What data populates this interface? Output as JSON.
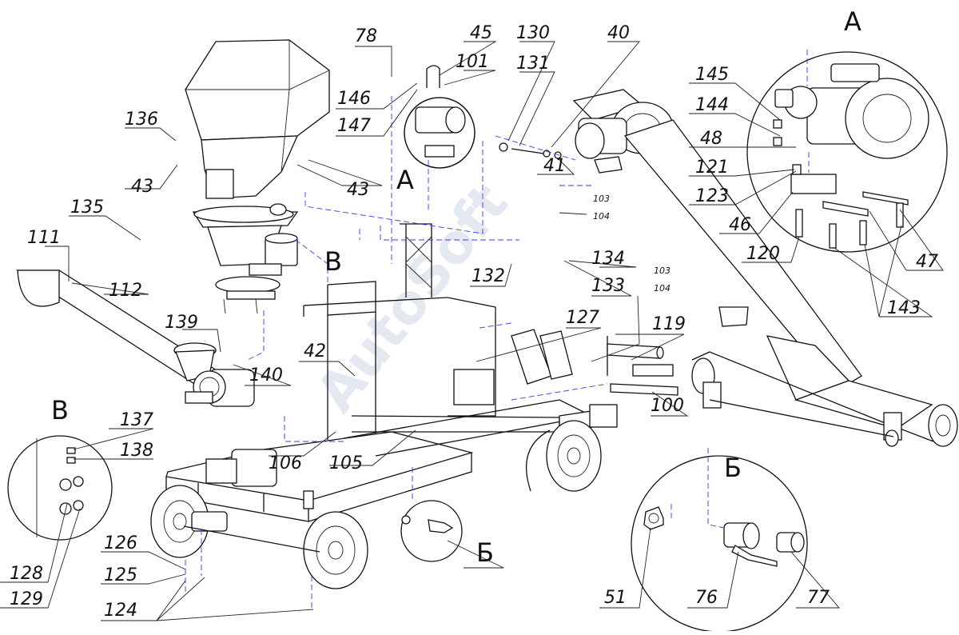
{
  "watermark": "AutoSoft",
  "view_labels": {
    "A_detail": "А",
    "A_ref": "А",
    "B_detail": "Б",
    "B_ref": "Б",
    "V_detail": "В",
    "V_ref": "В"
  },
  "callouts": {
    "c78": "78",
    "c45": "45",
    "c101": "101",
    "c146": "146",
    "c147": "147",
    "c130": "130",
    "c131": "131",
    "c40": "40",
    "c41": "41",
    "c136": "136",
    "c43a": "43",
    "c43b": "43",
    "c135": "135",
    "c111": "111",
    "c112": "112",
    "c139": "139",
    "c140": "140",
    "c42": "42",
    "c132": "132",
    "c134": "134",
    "c133": "133",
    "c103a": "103",
    "c104a": "104",
    "c103b": "103",
    "c104b": "104",
    "c127": "127",
    "c119": "119",
    "c100": "100",
    "c106": "106",
    "c105": "105",
    "c137": "137",
    "c138": "138",
    "c128": "128",
    "c129": "129",
    "c126": "126",
    "c125": "125",
    "c124": "124",
    "c145": "145",
    "c144": "144",
    "c48": "48",
    "c121": "121",
    "c123": "123",
    "c46": "46",
    "c120": "120",
    "c47": "47",
    "c143": "143",
    "c51": "51",
    "c76": "76",
    "c77": "77"
  }
}
